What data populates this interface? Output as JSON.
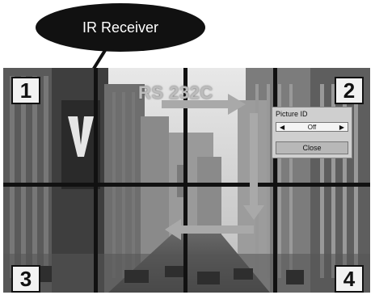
{
  "callout": {
    "label": "IR Receiver"
  },
  "signal": {
    "label": "RS 232C"
  },
  "tiles": {
    "t1": "1",
    "t2": "2",
    "t3": "3",
    "t4": "4"
  },
  "osd": {
    "title": "Picture ID",
    "left_arrow": "◀",
    "value": "Off",
    "right_arrow": "▶",
    "close_label": "Close"
  },
  "colors": {
    "bezel": "#111111",
    "arrow": "#a9a9a9",
    "callout": "#111111"
  }
}
